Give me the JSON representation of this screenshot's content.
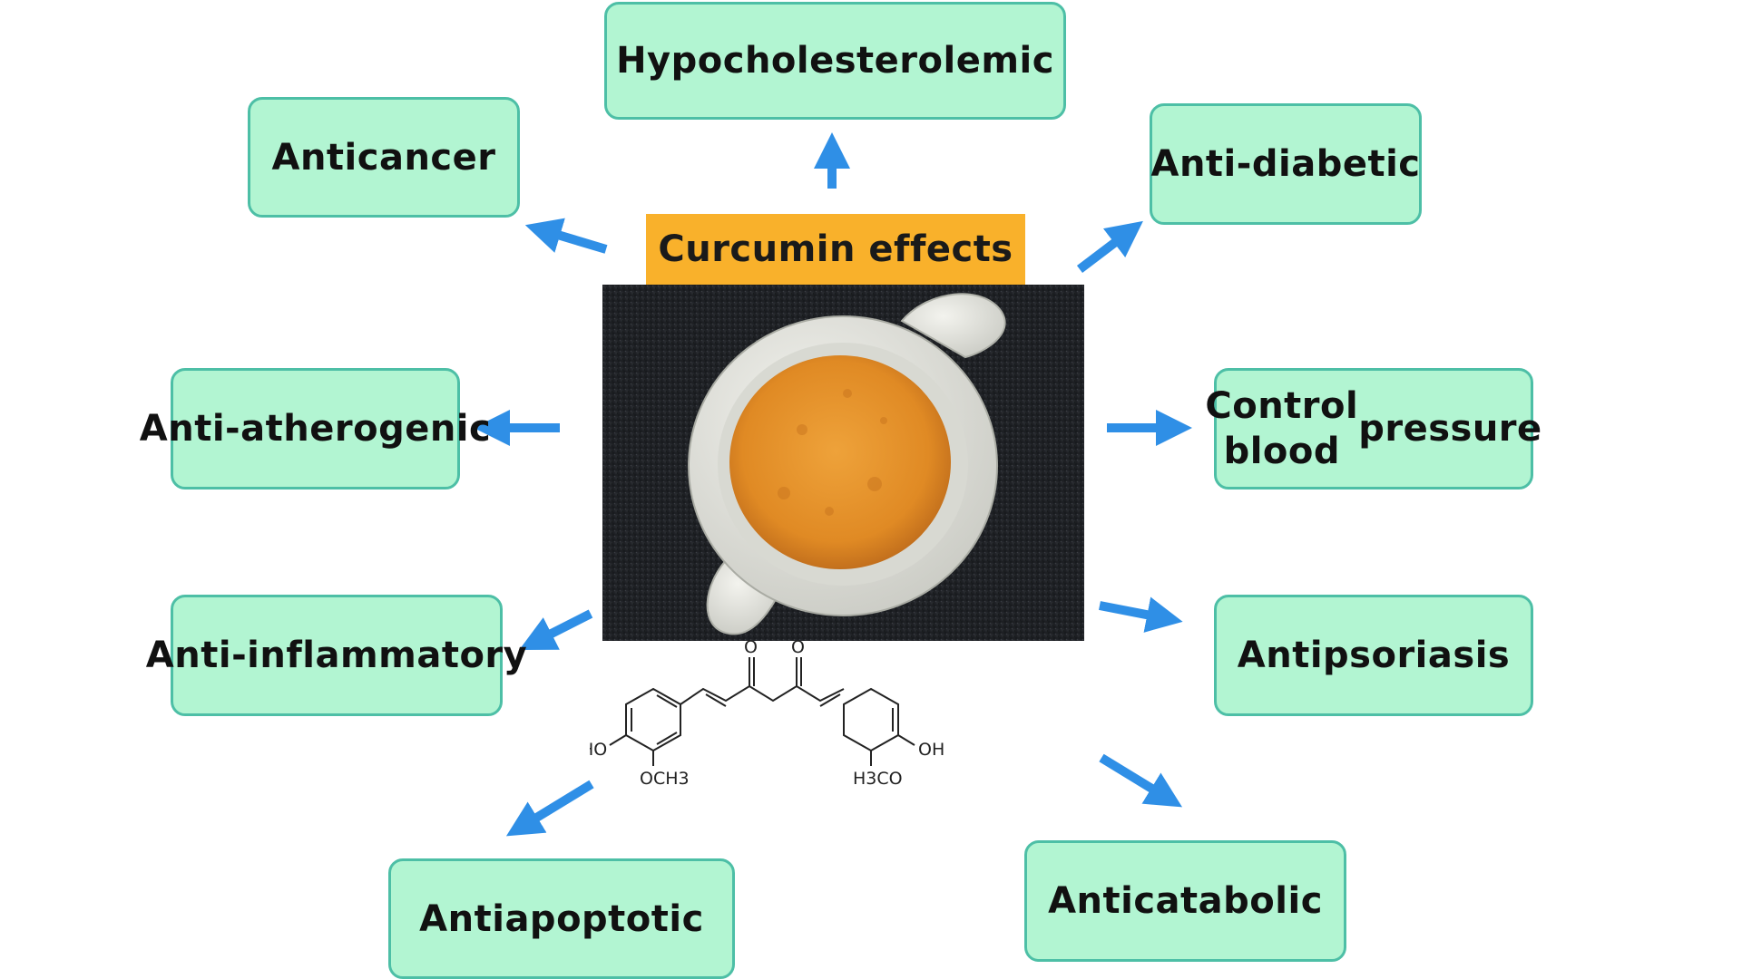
{
  "title": "Curcumin effects",
  "effects": {
    "hypocholesterolemic": [
      "Hypocholesterolemic"
    ],
    "anticancer": [
      "Anticancer"
    ],
    "antidiabetic": [
      "Anti-",
      "diabetic"
    ],
    "antiatherogenic": [
      "Anti-",
      "atherogenic"
    ],
    "control_bp": [
      "Control blood",
      "pressure"
    ],
    "antiinflammatory": [
      "Anti-",
      "inflammatory"
    ],
    "antipsoriasis": [
      "Antipsoriasis"
    ],
    "antiapoptotic": [
      "Antiapoptotic"
    ],
    "anticatabolic": [
      "Anticatabolic"
    ]
  },
  "molecule": {
    "o_left": "O",
    "o_right": "O",
    "ho": "HO",
    "och3": "OCH3",
    "h3co": "H3CO",
    "oh": "OH"
  },
  "colors": {
    "box_fill": "#b2f5d2",
    "box_border": "#4dbfa6",
    "title_fill": "#f9b12b",
    "arrow": "#2f8fe6",
    "powder": "#e4902a"
  }
}
